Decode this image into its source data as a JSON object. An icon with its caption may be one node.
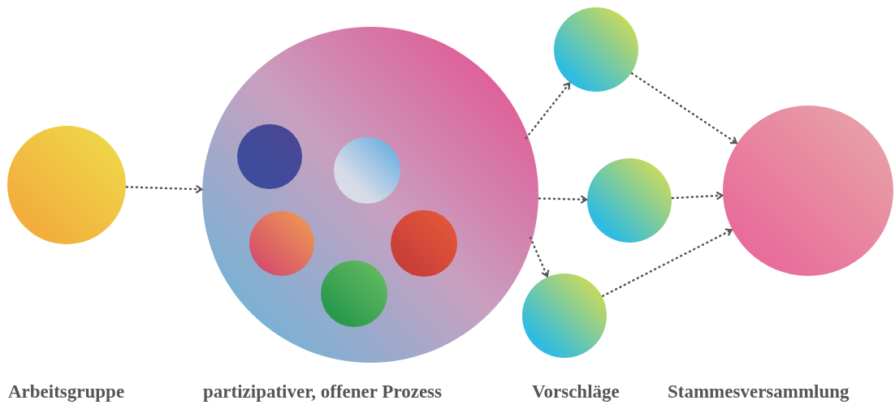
{
  "diagram": {
    "nodes": [
      {
        "text": [],
        "shape": "circle"
      },
      {
        "text": [],
        "shape": "circle"
      },
      {
        "text": [],
        "shape": "circle",
        "in": 1
      },
      {
        "text": [],
        "shape": "circle",
        "in": 1
      },
      {
        "text": [],
        "shape": "circle",
        "in": 1
      },
      {
        "text": [],
        "shape": "circle",
        "in": 1
      },
      {
        "text": [],
        "shape": "circle",
        "in": 1
      },
      {
        "text": [],
        "shape": "circle"
      },
      {
        "text": [],
        "shape": "circle"
      },
      {
        "text": [],
        "shape": "circle"
      },
      {
        "text": [],
        "shape": "circle"
      }
    ],
    "edges": [
      {
        "from": 0,
        "to": 1,
        "arrow": "to"
      },
      {
        "from": 1,
        "to": 7,
        "arrow": "to"
      },
      {
        "from": 1,
        "to": 8,
        "arrow": "to"
      },
      {
        "from": 1,
        "to": 9,
        "arrow": "to"
      },
      {
        "from": 7,
        "to": 10,
        "arrow": "to"
      },
      {
        "from": 8,
        "to": 10,
        "arrow": "to"
      },
      {
        "from": 9,
        "to": 10,
        "arrow": "to"
      }
    ],
    "labels": [
      "Arbeitsgruppe",
      "partizipativer, offener Prozess",
      "Vorschläge",
      "Stammesversammlung"
    ]
  }
}
